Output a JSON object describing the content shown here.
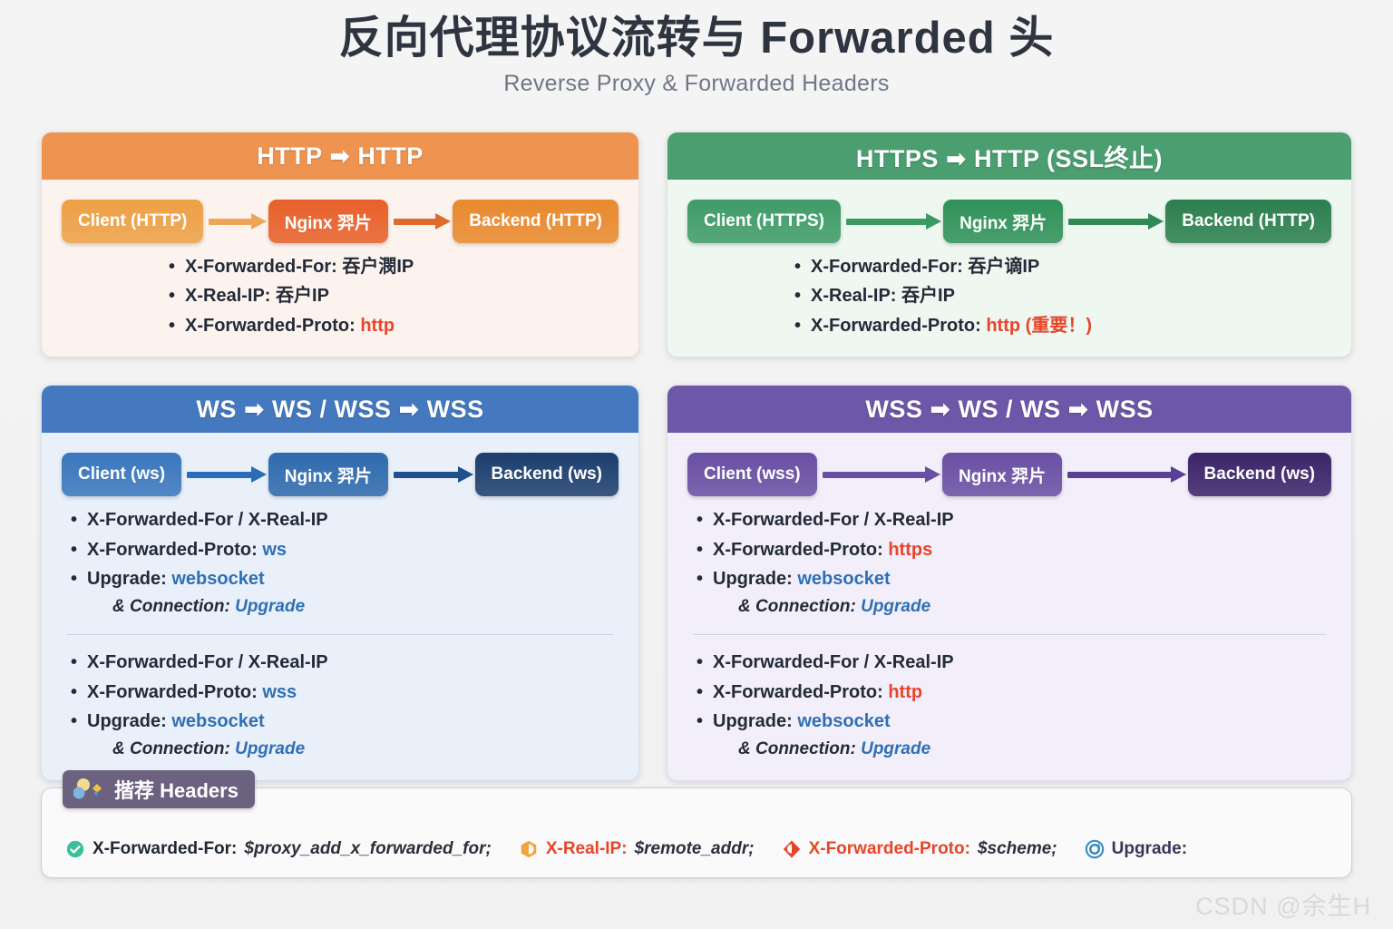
{
  "title": {
    "main": "反向代理协议流转与 Forwarded 头",
    "sub": "Reverse Proxy & Forwarded Headers"
  },
  "colors": {
    "orange_header": "#ef9350",
    "orange_body": "#fdf3ee",
    "green_header": "#4a9e70",
    "green_body": "#eef7f0",
    "blue_header": "#4479c0",
    "blue_body": "#e9f0fa",
    "purple_header": "#6d57a8",
    "purple_body": "#f3effa",
    "accent_red": "#e8442a",
    "accent_blue": "#2f6fb5",
    "badge_bg": "#6b6280"
  },
  "cards": [
    {
      "id": "http-to-http",
      "header": "HTTP ➡ HTTP",
      "theme": "orange",
      "nodes": [
        {
          "label": "Client (HTTP)",
          "color": "#eda046"
        },
        {
          "label": "Nginx 羿片",
          "color": "#e8602a"
        },
        {
          "label": "Backend (HTTP)",
          "color": "#e8892e"
        }
      ],
      "arrow_colors": [
        "#efa557",
        "#e06a2c"
      ],
      "groups": [
        {
          "items": [
            {
              "key": "X-Forwarded-For:",
              "value": "吞户潣IP",
              "value_color": "#232a38",
              "italic": false
            },
            {
              "key": "X-Real-IP:",
              "value": "吞户IP",
              "value_color": "#232a38",
              "italic": false
            },
            {
              "key": "X-Forwarded-Proto:",
              "value": "http",
              "value_color": "#e8442a",
              "italic": false
            }
          ]
        }
      ]
    },
    {
      "id": "https-to-http",
      "header": "HTTPS ➡ HTTP (SSL终止)",
      "theme": "green",
      "nodes": [
        {
          "label": "Client (HTTPS)",
          "color": "#3f9b68"
        },
        {
          "label": "Nginx 羿片",
          "color": "#2f9158"
        },
        {
          "label": "Backend (HTTP)",
          "color": "#2c7f4e"
        }
      ],
      "arrow_colors": [
        "#3b9a64",
        "#2f8a56"
      ],
      "groups": [
        {
          "items": [
            {
              "key": "X-Forwarded-For:",
              "value": "吞户谪IP",
              "value_color": "#232a38",
              "italic": false
            },
            {
              "key": "X-Real-IP:",
              "value": "吞户IP",
              "value_color": "#232a38",
              "italic": false
            },
            {
              "key": "X-Forwarded-Proto:",
              "value": "http (重要！)",
              "value_color": "#e8442a",
              "italic": false
            }
          ]
        }
      ]
    },
    {
      "id": "ws-to-ws",
      "header": "WS ➡ WS / WSS ➡ WSS",
      "theme": "blue",
      "nodes": [
        {
          "label": "Client (ws)",
          "color": "#3a77bd"
        },
        {
          "label": "Nginx 羿片",
          "color": "#2f6aad"
        },
        {
          "label": "Backend (ws)",
          "color": "#1d3f6e"
        }
      ],
      "arrow_colors": [
        "#2a6cb5",
        "#1f4f8c"
      ],
      "groups": [
        {
          "items": [
            {
              "key": "X-Forwarded-For / X-Real-IP",
              "value": "",
              "value_color": "#232a38",
              "italic": false
            },
            {
              "key": "X-Forwarded-Proto:",
              "value": "ws",
              "value_color": "#2f6fb5",
              "italic": false
            },
            {
              "key": "Upgrade:",
              "value": "websocket",
              "value_color": "#2f6fb5",
              "italic": false,
              "sub_prefix": "& Connection:",
              "sub_value": "Upgrade",
              "sub_color": "#2f6fb5"
            }
          ]
        },
        {
          "items": [
            {
              "key": "X-Forwarded-For / X-Real-IP",
              "value": "",
              "value_color": "#232a38",
              "italic": false
            },
            {
              "key": "X-Forwarded-Proto:",
              "value": "wss",
              "value_color": "#2f6fb5",
              "italic": false
            },
            {
              "key": "Upgrade:",
              "value": "websocket",
              "value_color": "#2f6fb5",
              "italic": false,
              "sub_prefix": "& Connection:",
              "sub_value": "Upgrade",
              "sub_color": "#2f6fb5"
            }
          ]
        }
      ]
    },
    {
      "id": "wss-to-ws",
      "header": "WSS ➡ WS / WS ➡ WSS",
      "theme": "purple",
      "nodes": [
        {
          "label": "Client (wss)",
          "color": "#6a4fa3"
        },
        {
          "label": "Nginx 羿片",
          "color": "#6a4fa3"
        },
        {
          "label": "Backend (ws)",
          "color": "#3c2469"
        }
      ],
      "arrow_colors": [
        "#6a4fa3",
        "#5b3f96"
      ],
      "groups": [
        {
          "items": [
            {
              "key": "X-Forwarded-For / X-Real-IP",
              "value": "",
              "value_color": "#232a38",
              "italic": false
            },
            {
              "key": "X-Forwarded-Proto:",
              "value": "https",
              "value_color": "#e8442a",
              "italic": false
            },
            {
              "key": "Upgrade:",
              "value": "websocket",
              "value_color": "#2f6fb5",
              "italic": false,
              "sub_prefix": "& Connection:",
              "sub_value": "Upgrade",
              "sub_color": "#2f6fb5"
            }
          ]
        },
        {
          "items": [
            {
              "key": "X-Forwarded-For / X-Real-IP",
              "value": "",
              "value_color": "#232a38",
              "italic": false
            },
            {
              "key": "X-Forwarded-Proto:",
              "value": "http",
              "value_color": "#e8442a",
              "italic": false
            },
            {
              "key": "Upgrade:",
              "value": "websocket",
              "value_color": "#2f6fb5",
              "italic": false,
              "sub_prefix": "& Connection:",
              "sub_value": "Upgrade",
              "sub_color": "#2f6fb5"
            }
          ]
        }
      ]
    }
  ],
  "bottom": {
    "badge_label": "揩荐 Headers",
    "badge_icon": "palette-dots-icon",
    "items": [
      {
        "icon": "check-circle-icon",
        "icon_color": "#3bbf9a",
        "key": "X-Forwarded-For:",
        "key_color": "#1f2733",
        "value": "$proxy_add_x_forwarded_for;"
      },
      {
        "icon": "hexagon-icon",
        "icon_color": "#f2a33c",
        "key": "X-Real-IP:",
        "key_color": "#e8442a",
        "value": "$remote_addr;"
      },
      {
        "icon": "diamond-icon",
        "icon_color": "#e8442a",
        "key": "X-Forwarded-Proto:",
        "key_color": "#e8442a",
        "value": "$scheme;"
      },
      {
        "icon": "refresh-circle-icon",
        "icon_color": "#3b8fc4",
        "key": "Upgrade:",
        "key_color": "#3a3558",
        "value": ""
      }
    ]
  },
  "watermark": "CSDN @余生H"
}
